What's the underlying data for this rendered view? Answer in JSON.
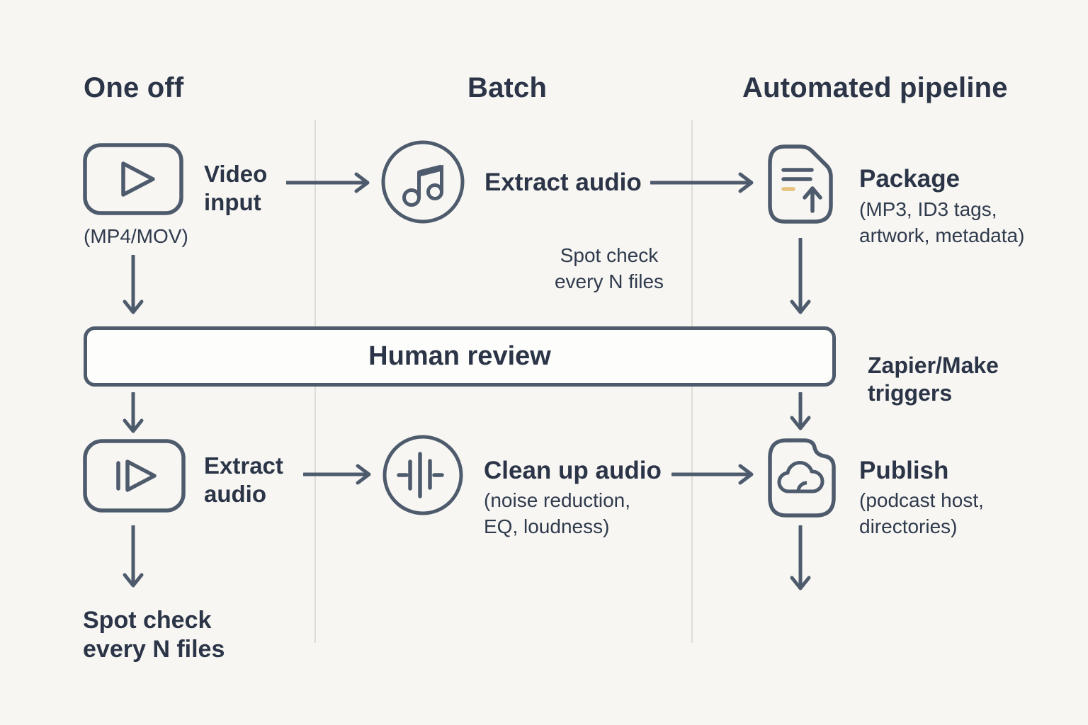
{
  "colors": {
    "background": "#f7f6f3",
    "text": "#2b3547",
    "icon_stroke": "#4e5b6c",
    "divider": "#dedcd7",
    "accent_dash": "#e6c27d",
    "bar_fill": "#fdfdfb"
  },
  "headers": {
    "one_off": "One off",
    "batch": "Batch",
    "automated_pipeline": "Automated pipeline"
  },
  "one_off": {
    "video_input": {
      "label": "Video input",
      "caption": "(MP4/MOV)",
      "icon": "play-icon"
    },
    "extract_audio": {
      "label": "Extract audio",
      "icon": "play-bar-icon"
    },
    "spot_check": "Spot check every N files"
  },
  "batch": {
    "extract_audio": {
      "label": "Extract audio",
      "icon": "music-note-icon"
    },
    "spot_check_note": "Spot check every N files",
    "clean_up": {
      "label": "Clean up audio",
      "caption": "(noise reduction, EQ, loudness)",
      "icon": "waveform-icon"
    }
  },
  "automated_pipeline": {
    "package": {
      "label": "Package",
      "caption": "(MP3, ID3 tags, artwork, metadata)",
      "icon": "document-upload-icon"
    },
    "zapier": "Zapier/Make triggers",
    "publish": {
      "label": "Publish",
      "caption": "(podcast host, directories)",
      "icon": "cloud-file-icon"
    }
  },
  "human_review": {
    "label": "Human review"
  }
}
